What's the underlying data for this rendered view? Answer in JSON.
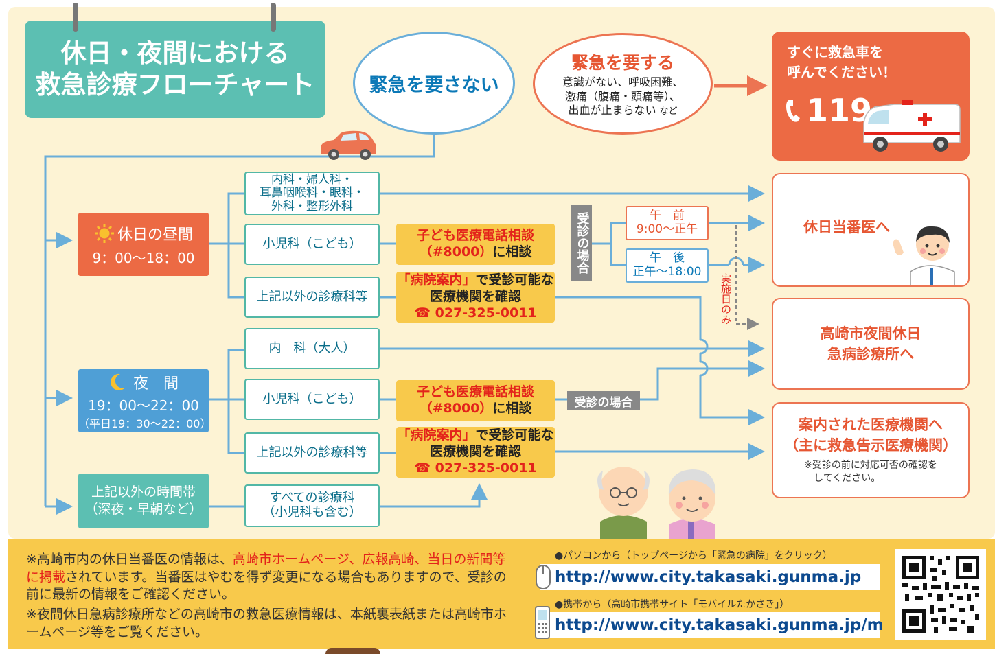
{
  "title": {
    "line1": "休日・夜間における",
    "line2": "救急診療フローチャート"
  },
  "non_urgent": "緊急を要さない",
  "urgent": {
    "heading": "緊急を要する",
    "line1": "意識がない、呼吸困難、",
    "line2": "激痛（腹痛・頭痛等）、",
    "line3": "出血が止まらない",
    "suffix": "など"
  },
  "ambulance": {
    "line1": "すぐに救急車を",
    "line2": "呼んでください！",
    "number": "119"
  },
  "times": {
    "holiday": {
      "label": "休日の昼間",
      "hours": "9：00〜18：00"
    },
    "night": {
      "label": "夜　間",
      "hours": "19：00〜22：00",
      "weekday": "（平日19：30〜22：00）"
    },
    "other": {
      "line1": "上記以外の時間帯",
      "line2": "（深夜・早朝など）"
    }
  },
  "depts": {
    "internal_etc": [
      "内科・婦人科・",
      "耳鼻咽喉科・眼科・",
      "外科・整形外科"
    ],
    "pediatrics": "小児科（こども）",
    "other": "上記以外の診療科等",
    "internal_adult": "内　科（大人）",
    "all": [
      "すべての診療科",
      "（小児科も含む）"
    ]
  },
  "phone_consult": {
    "line1": "子ども医療電話相談",
    "number": "（#8000）",
    "suffix": "に相談"
  },
  "hospital_guide": {
    "highlight": "「病院案内」",
    "line1_rest": "で受診可能な",
    "line2": "医療機関を確認",
    "phone": "027-325-0011"
  },
  "consult_vertical": "受診の場合",
  "consult_horizontal": "受診の場合",
  "am": {
    "label": "午　前",
    "hours": "9:00〜正午"
  },
  "pm": {
    "label": "午　後",
    "hours": "正午〜18:00"
  },
  "implemented_only": "実施日のみ",
  "destinations": {
    "holiday_doctor": "休日当番医へ",
    "night_clinic": [
      "高崎市夜間休日",
      "急病診療所へ"
    ],
    "guided": [
      "案内された医療機関へ",
      "（主に救急告示医療機関）"
    ],
    "guided_note": [
      "※受診の前に対応可否の確認を",
      "してください。"
    ]
  },
  "footer": {
    "note1_prefix": "※高崎市内の休日当番医の情報は、",
    "note1_highlight": "高崎市ホームページ、広報高崎、当日の新聞等に掲載",
    "note1_suffix": "されています。当番医はやむを得ず変更になる場合もありますので、受診の前に最新の情報をご確認ください。",
    "note2": "※夜間休日急病診療所などの高崎市の救急医療情報は、本紙裏表紙または高崎市ホームページ等をご覧ください。",
    "pc_label": "●パソコンから（トップページから「緊急の病院」をクリック）",
    "pc_url": "http://www.city.takasaki.gunma.jp",
    "mobile_label": "●携帯から（高崎市携帯サイト「モバイルたかさき」）",
    "mobile_url": "http://www.city.takasaki.gunma.jp/m"
  },
  "colors": {
    "teal": "#5cbfb2",
    "orange": "#ec7452",
    "blue": "#6aaed9",
    "yellow": "#f8c94b",
    "red": "#e3231b"
  },
  "icons": [
    "sun-icon",
    "moon-icon",
    "phone-icon",
    "car-icon",
    "ambulance-icon",
    "doctor-icon",
    "elderly-couple-icon",
    "qr-code-icon",
    "computer-mouse-icon",
    "mobile-phone-icon"
  ]
}
